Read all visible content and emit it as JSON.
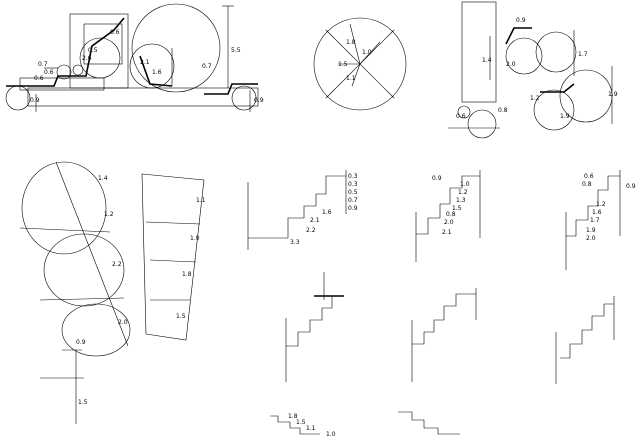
{
  "panels": {
    "side_view": {
      "dims": [
        "5.5",
        "0.7",
        "0.6",
        "0.5",
        "2.6",
        "2.1",
        "1.6",
        "0.7",
        "0.6",
        "0.6",
        "0.9",
        "0.9"
      ]
    },
    "circle": {
      "dims": [
        "1.8",
        "1.0",
        "1.5",
        "1.1"
      ]
    },
    "top_view": {
      "dims": [
        "0.9",
        "1.4",
        "2.0",
        "1.7",
        "0.8",
        "0.6",
        "1.9",
        "1.2",
        "1.9"
      ]
    },
    "ellipses": {
      "dims": [
        "1.4",
        "1.2",
        "2.2",
        "2.0",
        "0.9",
        "1.5"
      ]
    },
    "strip": {
      "dims": [
        "1.1",
        "1.0",
        "1.8",
        "1.5"
      ]
    },
    "stair_a": {
      "dims": [
        "0.3",
        "0.3",
        "0.5",
        "0.7",
        "0.9",
        "1.6",
        "2.1",
        "2.2",
        "3.3"
      ]
    },
    "stair_b": {
      "dims": [
        "0.9",
        "1.0",
        "1.2",
        "1.3",
        "1.5",
        "0.8",
        "2.0",
        "2.1"
      ]
    },
    "stair_c": {
      "dims": [
        "0.6",
        "0.8",
        "0.9",
        "1.2",
        "1.6",
        "1.7",
        "1.9",
        "2.0"
      ]
    },
    "bottom_stair": {
      "dims": [
        "1.8",
        "1.5",
        "1.1",
        "1.0"
      ]
    }
  }
}
